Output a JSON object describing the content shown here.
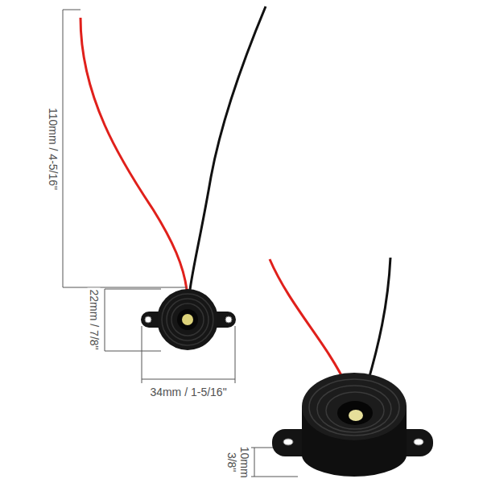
{
  "diagram": {
    "labels": [
      "110mm / 4-5/16\"",
      "22mm / 7/8\"",
      "34mm / 1-5/16\"",
      "10mm 3/8\""
    ]
  }
}
